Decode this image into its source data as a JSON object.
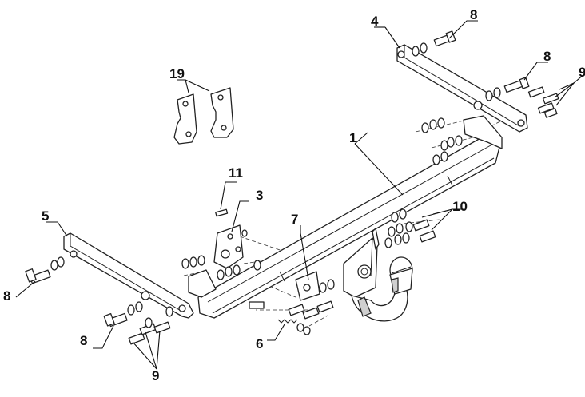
{
  "labels": {
    "l1": "1",
    "l3": "3",
    "l4": "4",
    "l5": "5",
    "l6": "6",
    "l7": "7",
    "l8a": "8",
    "l8b": "8",
    "l8c": "8",
    "l8d": "8",
    "l9": "9",
    "l10": "10",
    "l11": "11",
    "l19": "19",
    "l9b": "9"
  }
}
